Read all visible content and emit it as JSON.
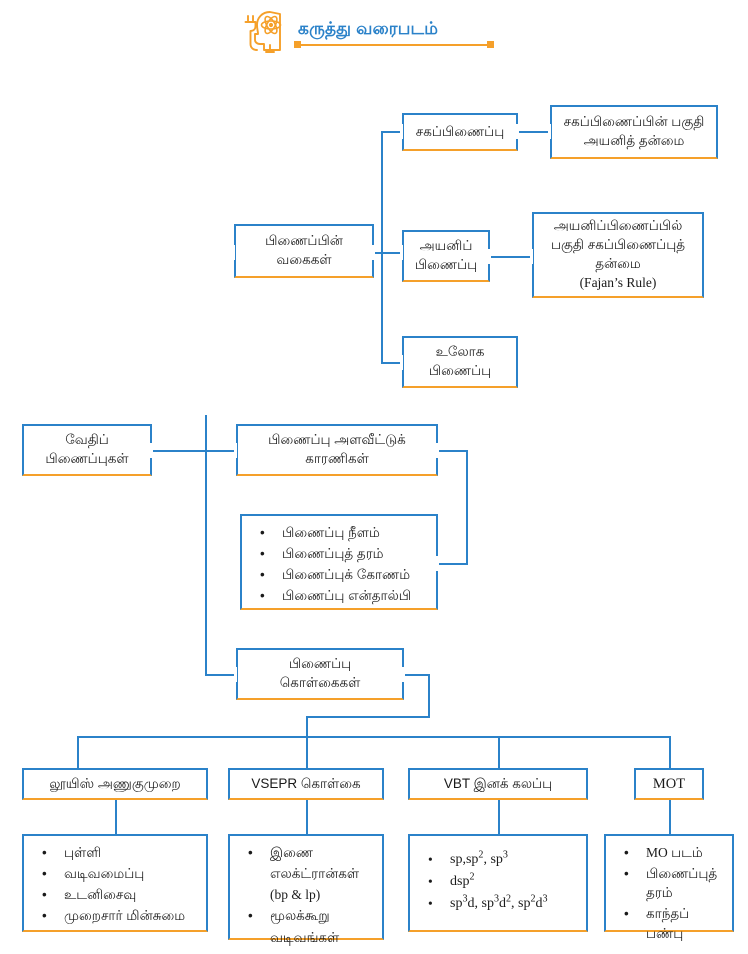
{
  "header": {
    "title": "கருத்து வரைபடம்",
    "icon": "head-with-atom-and-plug-icon",
    "accent_blue": "#2b82c9",
    "accent_orange": "#f5a02a"
  },
  "diagram": {
    "type": "concept-map",
    "root": {
      "label": "வேதிப்\nபிணைப்புகள்"
    },
    "nodes": {
      "bond_types": {
        "label": "பிணைப்பின்\nவகைகள்"
      },
      "covalent": {
        "label": "சகப்பிணைப்பு"
      },
      "covalent_detail": {
        "label": "சகப்பிணைப்பின் பகுதி\nஅயனித் தன்மை"
      },
      "ionic": {
        "label": "அயனிப்\nபிணைப்பு"
      },
      "ionic_detail": {
        "label": "அயனிப்பிணைப்பில்\nபகுதி சகப்பிணைப்புத்\nதன்மை",
        "note": "(Fajan’s Rule)"
      },
      "metallic": {
        "label": "உலோக\nபிணைப்பு"
      },
      "bond_parameters": {
        "label": "பிணைப்பு அளவீட்டுக்\nகாரணிகள்"
      },
      "bond_parameters_list": {
        "items": [
          "பிணைப்பு நீளம்",
          "பிணைப்புத் தரம்",
          "பிணைப்புக் கோணம்",
          "பிணைப்பு என்தால்பி"
        ]
      },
      "bond_theories": {
        "label": "பிணைப்பு\nகொள்கைகள்"
      }
    },
    "theories": [
      {
        "title": "லூயிஸ் அணுகுமுறை",
        "items": [
          "புள்ளி",
          "வடிவமைப்பு",
          "உடனிசைவு",
          "முறைசார் மின்சுமை"
        ]
      },
      {
        "title": "VSEPR கொள்கை",
        "items": [
          "இணை",
          "எலக்ட்ரான்கள்",
          "(bp & lp)",
          "மூலக்கூறு",
          "வடிவங்கள்"
        ],
        "items_html": [
          "இணை எலக்ட்ரான்கள் (bp & lp)",
          "மூலக்கூறு வடிவங்கள்"
        ]
      },
      {
        "title": "VBT இனக் கலப்பு",
        "items": [
          "sp,sp2, sp3",
          "dsp2",
          "sp3d, sp3d2, sp2d3"
        ]
      },
      {
        "title": "MOT",
        "items": [
          "MO படம்",
          "பிணைப்புத் தரம்",
          "காந்தப் பண்பு"
        ]
      }
    ]
  }
}
